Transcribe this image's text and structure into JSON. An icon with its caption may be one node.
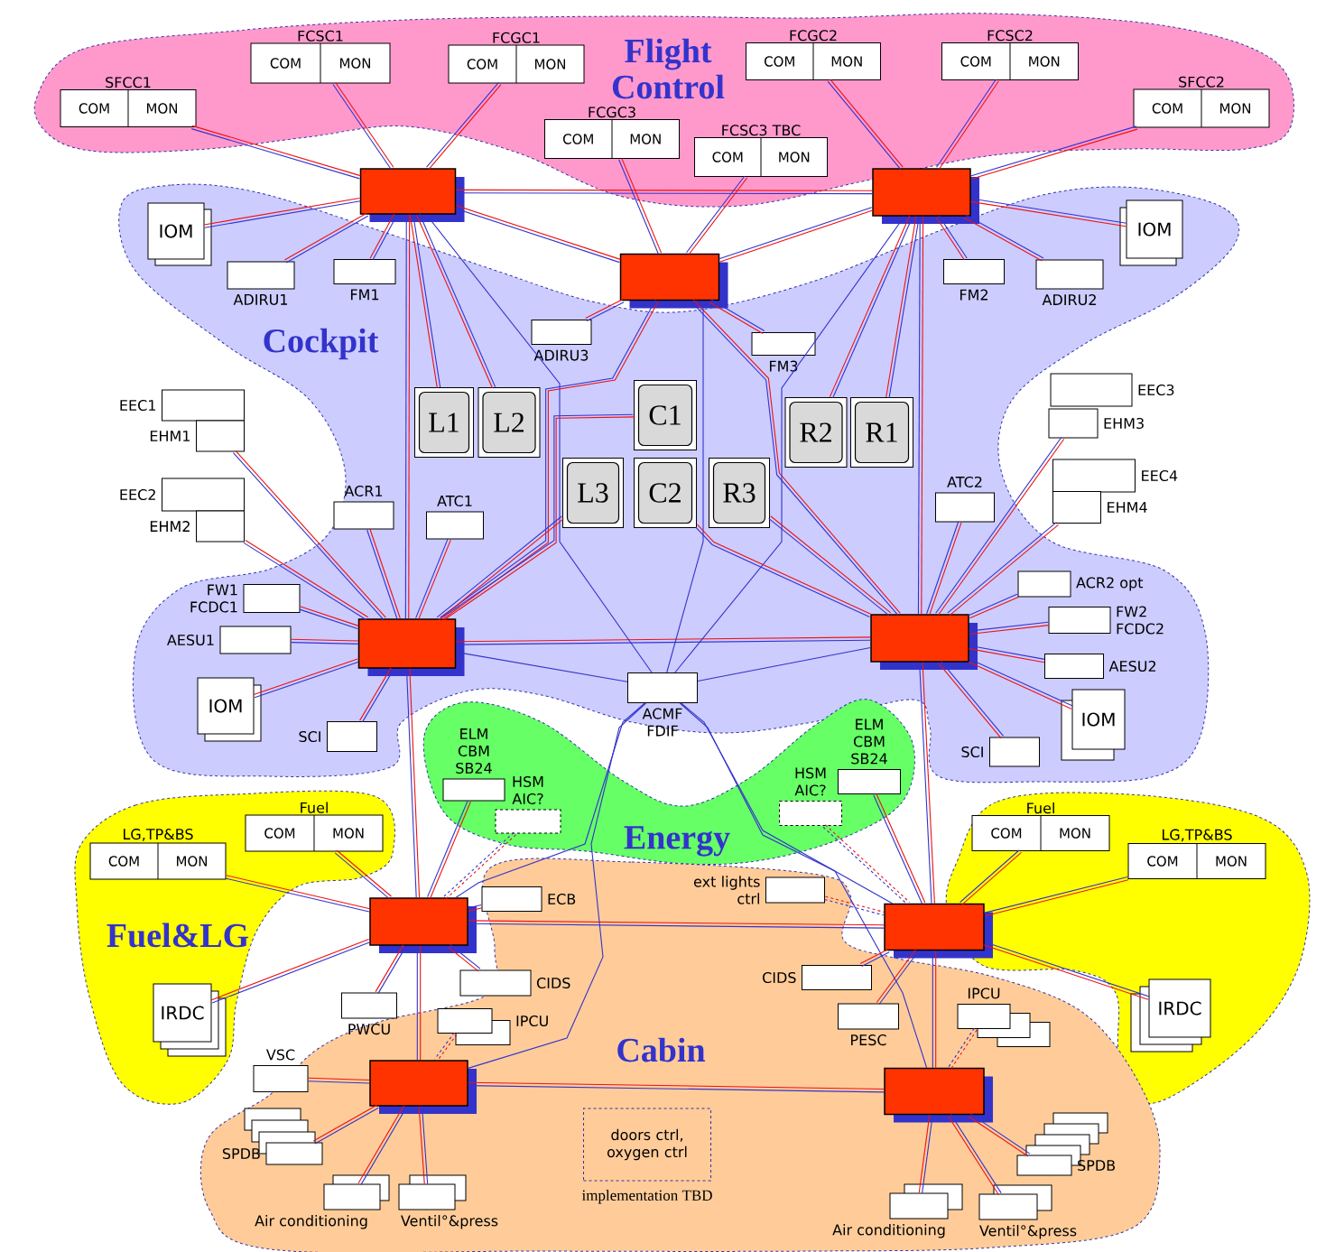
{
  "diagram": {
    "nodes": [
      {
        "text": [
          "SFCC1",
          "COM",
          "MON"
        ]
      },
      {
        "text": [
          "FCSC1",
          "COM",
          "MON"
        ]
      },
      {
        "text": [
          "FCGC1",
          "COM",
          "MON"
        ]
      },
      {
        "text": [
          "FCGC2",
          "COM",
          "MON"
        ]
      },
      {
        "text": [
          "FCSC2",
          "COM",
          "MON"
        ]
      },
      {
        "text": [
          "SFCC2",
          "COM",
          "MON"
        ]
      },
      {
        "text": [
          "FCGC3",
          "COM",
          "MON"
        ]
      },
      {
        "text": [
          "FCSC3 TBC",
          "COM",
          "MON"
        ]
      },
      {
        "text": [],
        "shape": "box"
      },
      {
        "text": [],
        "shape": "box"
      },
      {
        "text": [
          "IOM"
        ]
      },
      {
        "text": [
          "IOM"
        ]
      },
      {
        "text": [],
        "shape": "box"
      },
      {
        "text": [
          "ADIRU1"
        ]
      },
      {
        "text": [
          "FM1"
        ]
      },
      {
        "text": [
          "FM2"
        ]
      },
      {
        "text": [
          "ADIRU2"
        ]
      },
      {
        "text": [
          "ADIRU3"
        ]
      },
      {
        "text": [
          "FM3"
        ]
      },
      {
        "text": [
          "EEC1"
        ]
      },
      {
        "text": [
          "C1"
        ]
      },
      {
        "text": [
          "L1"
        ]
      },
      {
        "text": [
          "L2"
        ]
      },
      {
        "text": [
          "R2"
        ]
      },
      {
        "text": [
          "R1"
        ]
      },
      {
        "text": [
          "EEC3"
        ]
      },
      {
        "text": [
          "EHM1"
        ]
      },
      {
        "text": [
          "EHM3"
        ]
      },
      {
        "text": [
          "L3"
        ]
      },
      {
        "text": [
          "C2"
        ]
      },
      {
        "text": [
          "R3"
        ]
      },
      {
        "text": [
          "EEC4"
        ]
      },
      {
        "text": [
          "EEC2"
        ]
      },
      {
        "text": [
          "ACR1"
        ]
      },
      {
        "text": [
          "ATC1"
        ]
      },
      {
        "text": [
          "ATC2"
        ]
      },
      {
        "text": [
          "EHM4"
        ]
      },
      {
        "text": [
          "EHM2"
        ]
      },
      {
        "text": [
          "ACR2 opt"
        ]
      },
      {
        "text": [
          "FW1 FCDC1"
        ]
      },
      {
        "text": [
          "FW2 FCDC2"
        ]
      },
      {
        "text": [],
        "shape": "box"
      },
      {
        "text": [],
        "shape": "box"
      },
      {
        "text": [
          "AESU1"
        ]
      },
      {
        "text": [
          "AESU2"
        ]
      },
      {
        "text": [
          "ACMF FDIF"
        ]
      },
      {
        "text": [
          "IOM"
        ]
      },
      {
        "text": [
          "IOM"
        ]
      },
      {
        "text": [
          "SCI"
        ]
      },
      {
        "text": [
          "SCI"
        ]
      },
      {
        "text": [
          "ELM CBM SB24"
        ]
      },
      {
        "text": [
          "ELM CBM SB24"
        ]
      },
      {
        "text": [
          "HSM AIC?"
        ]
      },
      {
        "text": [
          "HSM AIC?"
        ]
      },
      {
        "text": [
          "Fuel",
          "COM",
          "MON"
        ]
      },
      {
        "text": [
          "Fuel",
          "COM",
          "MON"
        ]
      },
      {
        "text": [
          "LG,TP&BS",
          "COM",
          "MON"
        ]
      },
      {
        "text": [
          "LG,TP&BS",
          "COM",
          "MON"
        ]
      },
      {
        "text": [
          "ext lights ctrl"
        ]
      },
      {
        "text": [
          "ECB"
        ]
      },
      {
        "text": [],
        "shape": "box"
      },
      {
        "text": [],
        "shape": "box"
      },
      {
        "text": [
          "CIDS"
        ]
      },
      {
        "text": [
          "CIDS"
        ]
      },
      {
        "text": [
          "IRDC"
        ]
      },
      {
        "text": [
          "IRDC"
        ]
      },
      {
        "text": [
          "PWCU"
        ]
      },
      {
        "text": [
          "IPCU"
        ]
      },
      {
        "text": [
          "PESC"
        ]
      },
      {
        "text": [
          "IPCU"
        ]
      },
      {
        "text": [
          "VSC"
        ]
      },
      {
        "text": [],
        "shape": "box"
      },
      {
        "text": [],
        "shape": "box"
      },
      {
        "text": [
          "doors ctrl, oxygen ctrl"
        ],
        "beside": [
          "implementation TBD"
        ]
      },
      {
        "text": [
          "SPDB"
        ]
      },
      {
        "text": [
          "SPDB"
        ]
      },
      {
        "text": [
          "Air conditioning"
        ]
      },
      {
        "text": [
          "Ventil°&press"
        ]
      },
      {
        "text": [
          "Air conditioning"
        ]
      },
      {
        "text": [
          "Ventil°&press"
        ]
      }
    ],
    "edges": [
      {
        "from": 8,
        "to": 9,
        "arrow": "none",
        "color": "#ee1111"
      },
      {
        "from": 8,
        "to": 9,
        "arrow": "none",
        "color": "#3333cc"
      },
      {
        "from": 8,
        "to": 12,
        "arrow": "none",
        "color": "#ee1111"
      },
      {
        "from": 8,
        "to": 12,
        "arrow": "none",
        "color": "#3333cc"
      },
      {
        "from": 9,
        "to": 12,
        "arrow": "none",
        "color": "#ee1111"
      },
      {
        "from": 9,
        "to": 12,
        "arrow": "none",
        "color": "#3333cc"
      },
      {
        "from": 8,
        "to": 41,
        "arrow": "none",
        "color": "#ee1111"
      },
      {
        "from": 8,
        "to": 41,
        "arrow": "none",
        "color": "#3333cc"
      },
      {
        "from": 9,
        "to": 42,
        "arrow": "none",
        "color": "#ee1111"
      },
      {
        "from": 9,
        "to": 42,
        "arrow": "none",
        "color": "#3333cc"
      },
      {
        "from": 12,
        "to": 41,
        "arrow": "none",
        "color": "#ee1111"
      },
      {
        "from": 12,
        "to": 41,
        "arrow": "none",
        "color": "#3333cc"
      },
      {
        "from": 12,
        "to": 42,
        "arrow": "none",
        "color": "#ee1111"
      },
      {
        "from": 12,
        "to": 42,
        "arrow": "none",
        "color": "#3333cc"
      },
      {
        "from": 41,
        "to": 42,
        "arrow": "none",
        "color": "#ee1111"
      },
      {
        "from": 41,
        "to": 42,
        "arrow": "none",
        "color": "#3333cc"
      },
      {
        "from": 41,
        "to": 60,
        "arrow": "none",
        "color": "#ee1111"
      },
      {
        "from": 41,
        "to": 60,
        "arrow": "none",
        "color": "#3333cc"
      },
      {
        "from": 42,
        "to": 61,
        "arrow": "none",
        "color": "#ee1111"
      },
      {
        "from": 42,
        "to": 61,
        "arrow": "none",
        "color": "#3333cc"
      },
      {
        "from": 60,
        "to": 61,
        "arrow": "none",
        "color": "#ee1111"
      },
      {
        "from": 60,
        "to": 61,
        "arrow": "none",
        "color": "#3333cc"
      },
      {
        "from": 60,
        "to": 71,
        "arrow": "none",
        "color": "#ee1111"
      },
      {
        "from": 60,
        "to": 71,
        "arrow": "none",
        "color": "#3333cc"
      },
      {
        "from": 61,
        "to": 72,
        "arrow": "none",
        "color": "#ee1111"
      },
      {
        "from": 61,
        "to": 72,
        "arrow": "none",
        "color": "#3333cc"
      },
      {
        "from": 71,
        "to": 72,
        "arrow": "none",
        "color": "#ee1111"
      },
      {
        "from": 71,
        "to": 72,
        "arrow": "none",
        "color": "#3333cc"
      },
      {
        "from": 12,
        "to": 45,
        "arrow": "none",
        "color": "#3333cc"
      },
      {
        "from": 8,
        "to": 45,
        "arrow": "none",
        "color": "#3333cc"
      },
      {
        "from": 9,
        "to": 45,
        "arrow": "none",
        "color": "#3333cc"
      },
      {
        "from": 41,
        "to": 45,
        "arrow": "none",
        "color": "#3333cc"
      },
      {
        "from": 42,
        "to": 45,
        "arrow": "none",
        "color": "#3333cc"
      },
      {
        "from": 45,
        "to": 60,
        "arrow": "none",
        "color": "#3333cc"
      },
      {
        "from": 45,
        "to": 71,
        "arrow": "none",
        "color": "#3333cc"
      },
      {
        "from": 45,
        "to": 61,
        "arrow": "none",
        "color": "#3333cc"
      },
      {
        "from": 45,
        "to": 72,
        "arrow": "none",
        "color": "#3333cc"
      },
      {
        "from": 0,
        "to": 8,
        "arrow": "none",
        "color": "#ee1111"
      },
      {
        "from": 0,
        "to": 8,
        "arrow": "none",
        "color": "#3333cc"
      },
      {
        "from": 1,
        "to": 8,
        "arrow": "none",
        "color": "#ee1111"
      },
      {
        "from": 1,
        "to": 8,
        "arrow": "none",
        "color": "#3333cc"
      },
      {
        "from": 2,
        "to": 8,
        "arrow": "none",
        "color": "#ee1111"
      },
      {
        "from": 2,
        "to": 8,
        "arrow": "none",
        "color": "#3333cc"
      },
      {
        "from": 6,
        "to": 12,
        "arrow": "none",
        "color": "#ee1111"
      },
      {
        "from": 6,
        "to": 12,
        "arrow": "none",
        "color": "#3333cc"
      },
      {
        "from": 7,
        "to": 12,
        "arrow": "none",
        "color": "#ee1111"
      },
      {
        "from": 7,
        "to": 12,
        "arrow": "none",
        "color": "#3333cc"
      },
      {
        "from": 3,
        "to": 9,
        "arrow": "none",
        "color": "#ee1111"
      },
      {
        "from": 3,
        "to": 9,
        "arrow": "none",
        "color": "#3333cc"
      },
      {
        "from": 4,
        "to": 9,
        "arrow": "none",
        "color": "#ee1111"
      },
      {
        "from": 4,
        "to": 9,
        "arrow": "none",
        "color": "#3333cc"
      },
      {
        "from": 5,
        "to": 9,
        "arrow": "none",
        "color": "#ee1111"
      },
      {
        "from": 5,
        "to": 9,
        "arrow": "none",
        "color": "#3333cc"
      },
      {
        "from": 10,
        "to": 8,
        "arrow": "none",
        "color": "#ee1111"
      },
      {
        "from": 10,
        "to": 8,
        "arrow": "none",
        "color": "#3333cc"
      },
      {
        "from": 13,
        "to": 8,
        "arrow": "none",
        "color": "#ee1111"
      },
      {
        "from": 13,
        "to": 8,
        "arrow": "none",
        "color": "#3333cc"
      },
      {
        "from": 14,
        "to": 8,
        "arrow": "none",
        "color": "#ee1111"
      },
      {
        "from": 14,
        "to": 8,
        "arrow": "none",
        "color": "#3333cc"
      },
      {
        "from": 21,
        "to": 8,
        "arrow": "none",
        "color": "#ee1111"
      },
      {
        "from": 21,
        "to": 8,
        "arrow": "none",
        "color": "#3333cc"
      },
      {
        "from": 22,
        "to": 8,
        "arrow": "none",
        "color": "#ee1111"
      },
      {
        "from": 22,
        "to": 8,
        "arrow": "none",
        "color": "#3333cc"
      },
      {
        "from": 17,
        "to": 12,
        "arrow": "none",
        "color": "#ee1111"
      },
      {
        "from": 17,
        "to": 12,
        "arrow": "none",
        "color": "#3333cc"
      },
      {
        "from": 18,
        "to": 12,
        "arrow": "none",
        "color": "#ee1111"
      },
      {
        "from": 18,
        "to": 12,
        "arrow": "none",
        "color": "#3333cc"
      },
      {
        "from": 15,
        "to": 9,
        "arrow": "none",
        "color": "#ee1111"
      },
      {
        "from": 15,
        "to": 9,
        "arrow": "none",
        "color": "#3333cc"
      },
      {
        "from": 16,
        "to": 9,
        "arrow": "none",
        "color": "#ee1111"
      },
      {
        "from": 16,
        "to": 9,
        "arrow": "none",
        "color": "#3333cc"
      },
      {
        "from": 11,
        "to": 9,
        "arrow": "none",
        "color": "#ee1111"
      },
      {
        "from": 11,
        "to": 9,
        "arrow": "none",
        "color": "#3333cc"
      },
      {
        "from": 23,
        "to": 9,
        "arrow": "none",
        "color": "#ee1111"
      },
      {
        "from": 23,
        "to": 9,
        "arrow": "none",
        "color": "#3333cc"
      },
      {
        "from": 24,
        "to": 9,
        "arrow": "none",
        "color": "#ee1111"
      },
      {
        "from": 24,
        "to": 9,
        "arrow": "none",
        "color": "#3333cc"
      },
      {
        "from": 20,
        "to": 41,
        "arrow": "none",
        "color": "#ee1111"
      },
      {
        "from": 20,
        "to": 41,
        "arrow": "none",
        "color": "#3333cc"
      },
      {
        "from": 28,
        "to": 41,
        "arrow": "none",
        "color": "#ee1111"
      },
      {
        "from": 28,
        "to": 41,
        "arrow": "none",
        "color": "#3333cc"
      },
      {
        "from": 29,
        "to": 42,
        "arrow": "none",
        "color": "#ee1111"
      },
      {
        "from": 29,
        "to": 42,
        "arrow": "none",
        "color": "#3333cc"
      },
      {
        "from": 30,
        "to": 42,
        "arrow": "none",
        "color": "#ee1111"
      },
      {
        "from": 30,
        "to": 42,
        "arrow": "none",
        "color": "#3333cc"
      },
      {
        "from": 26,
        "to": 41,
        "arrow": "none",
        "color": "#ee1111"
      },
      {
        "from": 26,
        "to": 41,
        "arrow": "none",
        "color": "#3333cc"
      },
      {
        "from": 37,
        "to": 41,
        "arrow": "none",
        "color": "#ee1111"
      },
      {
        "from": 37,
        "to": 41,
        "arrow": "none",
        "color": "#3333cc"
      },
      {
        "from": 33,
        "to": 41,
        "arrow": "none",
        "color": "#ee1111"
      },
      {
        "from": 33,
        "to": 41,
        "arrow": "none",
        "color": "#3333cc"
      },
      {
        "from": 34,
        "to": 41,
        "arrow": "none",
        "color": "#ee1111"
      },
      {
        "from": 34,
        "to": 41,
        "arrow": "none",
        "color": "#3333cc"
      },
      {
        "from": 39,
        "to": 41,
        "arrow": "none",
        "color": "#ee1111"
      },
      {
        "from": 39,
        "to": 41,
        "arrow": "none",
        "color": "#3333cc"
      },
      {
        "from": 43,
        "to": 41,
        "arrow": "none",
        "color": "#ee1111"
      },
      {
        "from": 43,
        "to": 41,
        "arrow": "none",
        "color": "#3333cc"
      },
      {
        "from": 46,
        "to": 41,
        "arrow": "none",
        "color": "#ee1111"
      },
      {
        "from": 46,
        "to": 41,
        "arrow": "none",
        "color": "#3333cc"
      },
      {
        "from": 48,
        "to": 41,
        "arrow": "none",
        "color": "#ee1111"
      },
      {
        "from": 48,
        "to": 41,
        "arrow": "none",
        "color": "#3333cc"
      },
      {
        "from": 27,
        "to": 42,
        "arrow": "none",
        "color": "#ee1111"
      },
      {
        "from": 27,
        "to": 42,
        "arrow": "none",
        "color": "#3333cc"
      },
      {
        "from": 36,
        "to": 42,
        "arrow": "none",
        "color": "#ee1111"
      },
      {
        "from": 36,
        "to": 42,
        "arrow": "none",
        "color": "#3333cc"
      },
      {
        "from": 35,
        "to": 42,
        "arrow": "none",
        "color": "#ee1111"
      },
      {
        "from": 35,
        "to": 42,
        "arrow": "none",
        "color": "#3333cc"
      },
      {
        "from": 38,
        "to": 42,
        "arrow": "none",
        "color": "#ee1111"
      },
      {
        "from": 38,
        "to": 42,
        "arrow": "none",
        "color": "#3333cc"
      },
      {
        "from": 40,
        "to": 42,
        "arrow": "none",
        "color": "#ee1111"
      },
      {
        "from": 40,
        "to": 42,
        "arrow": "none",
        "color": "#3333cc"
      },
      {
        "from": 44,
        "to": 42,
        "arrow": "none",
        "color": "#ee1111"
      },
      {
        "from": 44,
        "to": 42,
        "arrow": "none",
        "color": "#3333cc"
      },
      {
        "from": 47,
        "to": 42,
        "arrow": "none",
        "color": "#ee1111"
      },
      {
        "from": 47,
        "to": 42,
        "arrow": "none",
        "color": "#3333cc"
      },
      {
        "from": 49,
        "to": 42,
        "arrow": "none",
        "color": "#ee1111"
      },
      {
        "from": 49,
        "to": 42,
        "arrow": "none",
        "color": "#3333cc"
      },
      {
        "from": 50,
        "to": 60,
        "arrow": "none",
        "color": "#ee1111"
      },
      {
        "from": 50,
        "to": 60,
        "arrow": "none",
        "color": "#3333cc"
      },
      {
        "from": 51,
        "to": 61,
        "arrow": "none",
        "color": "#ee1111"
      },
      {
        "from": 51,
        "to": 61,
        "arrow": "none",
        "color": "#3333cc"
      },
      {
        "from": 52,
        "to": 60,
        "arrow": "none",
        "style": "dashed",
        "color": "#ee1111"
      },
      {
        "from": 52,
        "to": 60,
        "arrow": "none",
        "style": "dashed",
        "color": "#3333cc"
      },
      {
        "from": 53,
        "to": 61,
        "arrow": "none",
        "style": "dashed",
        "color": "#ee1111"
      },
      {
        "from": 53,
        "to": 61,
        "arrow": "none",
        "style": "dashed",
        "color": "#3333cc"
      },
      {
        "from": 54,
        "to": 60,
        "arrow": "none",
        "color": "#ee1111"
      },
      {
        "from": 54,
        "to": 60,
        "arrow": "none",
        "color": "#3333cc"
      },
      {
        "from": 56,
        "to": 60,
        "arrow": "none",
        "color": "#ee1111"
      },
      {
        "from": 56,
        "to": 60,
        "arrow": "none",
        "color": "#3333cc"
      },
      {
        "from": 64,
        "to": 60,
        "arrow": "none",
        "color": "#ee1111"
      },
      {
        "from": 64,
        "to": 60,
        "arrow": "none",
        "color": "#3333cc"
      },
      {
        "from": 55,
        "to": 61,
        "arrow": "none",
        "color": "#ee1111"
      },
      {
        "from": 55,
        "to": 61,
        "arrow": "none",
        "color": "#3333cc"
      },
      {
        "from": 57,
        "to": 61,
        "arrow": "none",
        "color": "#ee1111"
      },
      {
        "from": 57,
        "to": 61,
        "arrow": "none",
        "color": "#3333cc"
      },
      {
        "from": 65,
        "to": 61,
        "arrow": "none",
        "color": "#ee1111"
      },
      {
        "from": 65,
        "to": 61,
        "arrow": "none",
        "color": "#3333cc"
      },
      {
        "from": 59,
        "to": 60,
        "arrow": "none",
        "color": "#ee1111"
      },
      {
        "from": 59,
        "to": 60,
        "arrow": "none",
        "color": "#3333cc"
      },
      {
        "from": 63,
        "to": 60,
        "arrow": "none",
        "color": "#ee1111"
      },
      {
        "from": 63,
        "to": 60,
        "arrow": "none",
        "color": "#3333cc"
      },
      {
        "from": 66,
        "to": 60,
        "arrow": "none",
        "color": "#ee1111"
      },
      {
        "from": 66,
        "to": 60,
        "arrow": "none",
        "color": "#3333cc"
      },
      {
        "from": 58,
        "to": 61,
        "arrow": "none",
        "style": "dashed",
        "color": "#ee1111"
      },
      {
        "from": 58,
        "to": 61,
        "arrow": "none",
        "style": "dashed",
        "color": "#3333cc"
      },
      {
        "from": 62,
        "to": 61,
        "arrow": "none",
        "color": "#ee1111"
      },
      {
        "from": 62,
        "to": 61,
        "arrow": "none",
        "color": "#3333cc"
      },
      {
        "from": 68,
        "to": 61,
        "arrow": "none",
        "color": "#ee1111"
      },
      {
        "from": 68,
        "to": 61,
        "arrow": "none",
        "color": "#3333cc"
      },
      {
        "from": 67,
        "to": 71,
        "arrow": "none",
        "style": "dashed",
        "color": "#ee1111"
      },
      {
        "from": 67,
        "to": 71,
        "arrow": "none",
        "style": "dashed",
        "color": "#3333cc"
      },
      {
        "from": 69,
        "to": 72,
        "arrow": "none",
        "style": "dashed",
        "color": "#ee1111"
      },
      {
        "from": 69,
        "to": 72,
        "arrow": "none",
        "style": "dashed",
        "color": "#3333cc"
      },
      {
        "from": 70,
        "to": 71,
        "arrow": "none",
        "color": "#ee1111"
      },
      {
        "from": 70,
        "to": 71,
        "arrow": "none",
        "color": "#3333cc"
      },
      {
        "from": 74,
        "to": 71,
        "arrow": "none",
        "color": "#ee1111"
      },
      {
        "from": 74,
        "to": 71,
        "arrow": "none",
        "color": "#3333cc"
      },
      {
        "from": 76,
        "to": 71,
        "arrow": "none",
        "color": "#ee1111"
      },
      {
        "from": 76,
        "to": 71,
        "arrow": "none",
        "color": "#3333cc"
      },
      {
        "from": 77,
        "to": 71,
        "arrow": "none",
        "color": "#ee1111"
      },
      {
        "from": 77,
        "to": 71,
        "arrow": "none",
        "color": "#3333cc"
      },
      {
        "from": 75,
        "to": 72,
        "arrow": "none",
        "color": "#ee1111"
      },
      {
        "from": 75,
        "to": 72,
        "arrow": "none",
        "color": "#3333cc"
      },
      {
        "from": 78,
        "to": 72,
        "arrow": "none",
        "color": "#ee1111"
      },
      {
        "from": 78,
        "to": 72,
        "arrow": "none",
        "color": "#3333cc"
      },
      {
        "from": 79,
        "to": 72,
        "arrow": "none",
        "color": "#ee1111"
      },
      {
        "from": 79,
        "to": 72,
        "arrow": "none",
        "color": "#3333cc"
      }
    ],
    "labels": [
      "Flight Control",
      "Cockpit",
      "Energy",
      "Fuel&LG",
      "Cabin"
    ]
  }
}
